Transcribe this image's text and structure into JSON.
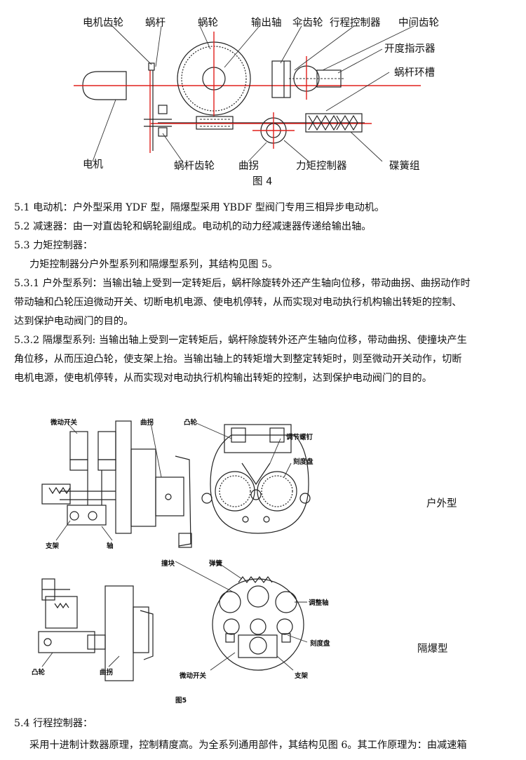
{
  "fig4": {
    "labels": {
      "motor_gear": "电机齿轮",
      "worm": "蜗杆",
      "worm_wheel": "蜗轮",
      "output_shaft": "输出轴",
      "bevel_gear": "伞齿轮",
      "travel_controller": "行程控制器",
      "middle_gear": "中间齿轮",
      "opening_indicator": "开度指示器",
      "worm_ring_groove": "蜗杆环槽",
      "motor": "电机",
      "worm_gear": "蜗杆齿轮",
      "crank": "曲拐",
      "torque_controller": "力矩控制器",
      "disc_spring_set": "碟簧组"
    },
    "caption": "图 4"
  },
  "text": {
    "s51": "5.1 电动机：户外型采用 YDF 型，隔爆型采用 YBDF 型阀门专用三相异步电动机。",
    "s52": "5.2 减速器：由一对直齿轮和蜗轮副组成。电动机的动力经减速器传递给输出轴。",
    "s53": "5.3 力矩控制器：",
    "s53_body": "力矩控制器分户外型系列和隔爆型系列，其结构见图 5。",
    "s531_l1": "5.3.1 户外型系列：当输出轴上受到一定转矩后，蜗杆除旋转外还产生轴向位移，带动曲拐、曲拐动作时",
    "s531_l2": "带动轴和凸轮压迫微动开关、切断电机电源、使电机停转，从而实现对电动执行机构输出转矩的控制、",
    "s531_l3": "达到保护电动阀门的目的。",
    "s532_l1": "5.3.2 隔爆型系列: 当输出轴上受到一定转矩后，蜗杆除旋转外还产生轴向位移，带动曲拐、使撞块产生",
    "s532_l2": "角位移，从而压迫凸轮，使支架上抬。当输出轴上的转矩增大到整定转矩时，则至微动开关动作，切断",
    "s532_l3": "电机电源，使电机停转，从而实现对电动执行机构输出转矩的控制，达到保护电动阀门的目的。",
    "s54": "5.4 行程控制器：",
    "s54_body": "采用十进制计数器原理，控制精度高。为全系列通用部件，其结构见图 6。其工作原理为：由减速箱"
  },
  "fig5": {
    "labels": {
      "microswitch_a": "微动开关",
      "crank_a": "曲拐",
      "cam_a": "凸轮",
      "adjust_screw": "调节螺钉",
      "dial_a": "刻度盘",
      "bracket_a": "支架",
      "shaft_a": "轴",
      "outdoor": "户外型",
      "striker": "撞块",
      "spring": "弹簧",
      "adjust_shaft": "调整轴",
      "dial_b": "刻度盘",
      "explosion_proof": "隔爆型",
      "cam_b": "凸轮",
      "crank_b": "曲拐",
      "microswitch_b": "微动开关",
      "bracket_b": "支架"
    },
    "caption": "图5"
  }
}
